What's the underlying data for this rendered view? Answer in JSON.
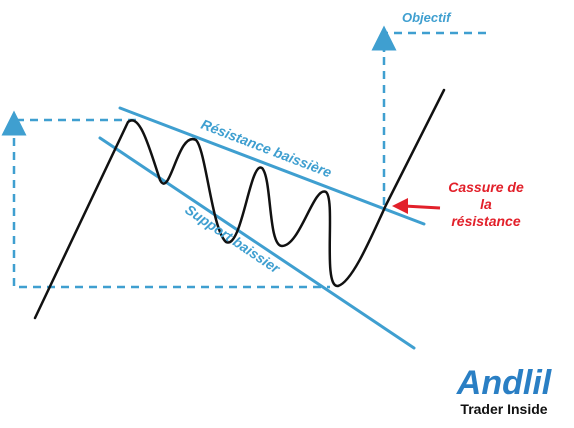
{
  "labels": {
    "objective": "Objectif",
    "resistance": "Résistance baissière",
    "support": "Support baissier",
    "breakout_line1": "Cassure de",
    "breakout_line2": "la",
    "breakout_line3": "résistance"
  },
  "logo": {
    "name": "Andlil",
    "tagline": "Trader Inside"
  },
  "colors": {
    "trendline": "#3f9fd0",
    "price": "#111111",
    "breakout": "#e2202a",
    "logo": "#2a7fc4"
  }
}
